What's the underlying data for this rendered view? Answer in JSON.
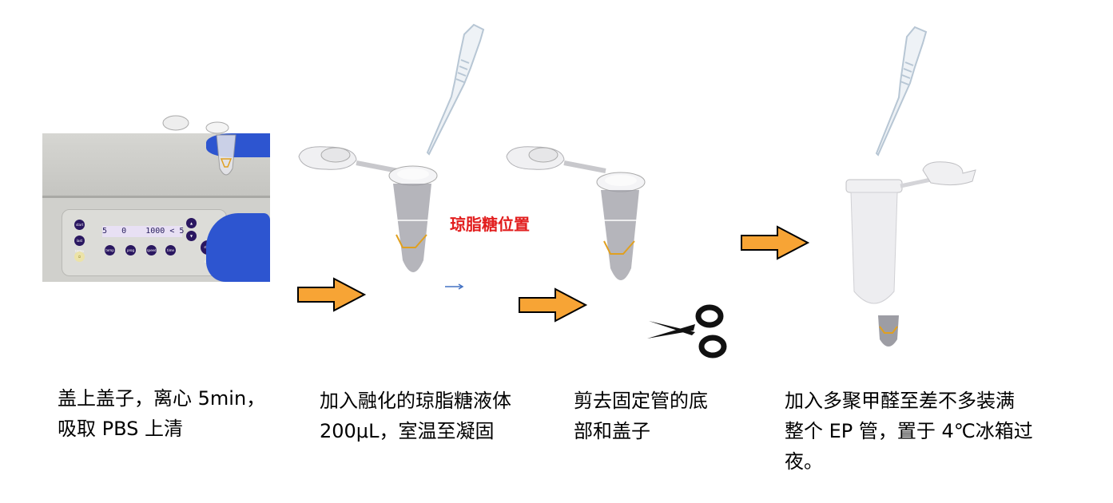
{
  "diagram": {
    "steps": [
      {
        "id": 1,
        "caption_lines": [
          "盖上盖子，离心 5min，",
          "吸取 PBS 上清"
        ]
      },
      {
        "id": 2,
        "caption_lines": [
          "加入融化的琼脂糖液体",
          "200μL，室温至凝固"
        ]
      },
      {
        "id": 3,
        "caption_lines": [
          "剪去固定管的底",
          "部和盖子"
        ]
      },
      {
        "id": 4,
        "caption_lines": [
          "加入多聚甲醛至差不多装满",
          "整个 EP 管，置于 4℃冰箱过",
          "夜。"
        ]
      }
    ],
    "annotation": {
      "agarose_position": "琼脂糖位置"
    },
    "centrifuge_display": {
      "temp": "5",
      "prog": "0",
      "speed": "1000",
      "time": "< 5"
    },
    "centrifuge_buttons": [
      "start",
      "last temp",
      "temp",
      "prog",
      "speed",
      "time",
      "start stop"
    ],
    "colors": {
      "arrow_fill": "#f7a435",
      "arrow_outline": "#000000",
      "label_red": "#e21e1e",
      "small_arrow": "#4472c4",
      "button": "#2a1760",
      "glove": "#2d55d0"
    }
  }
}
